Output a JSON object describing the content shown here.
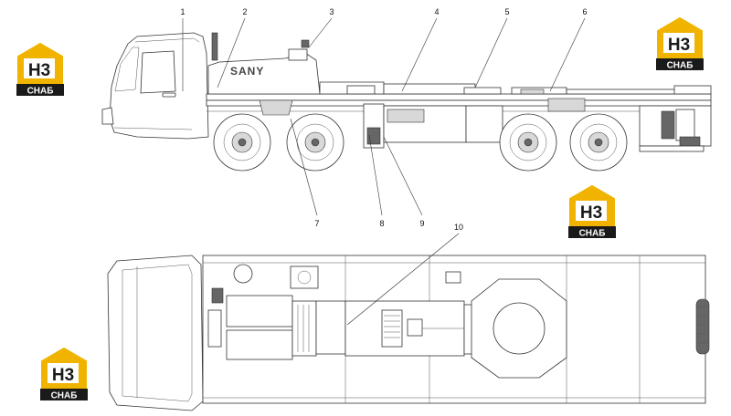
{
  "brand": {
    "name": "SANY"
  },
  "callouts": [
    "1",
    "2",
    "3",
    "4",
    "5",
    "6",
    "7",
    "8",
    "9",
    "10"
  ],
  "watermark": {
    "letters": "H3",
    "text": "СНАБ",
    "color_gold": "#f0b400",
    "color_dark": "#1a1a1a"
  }
}
